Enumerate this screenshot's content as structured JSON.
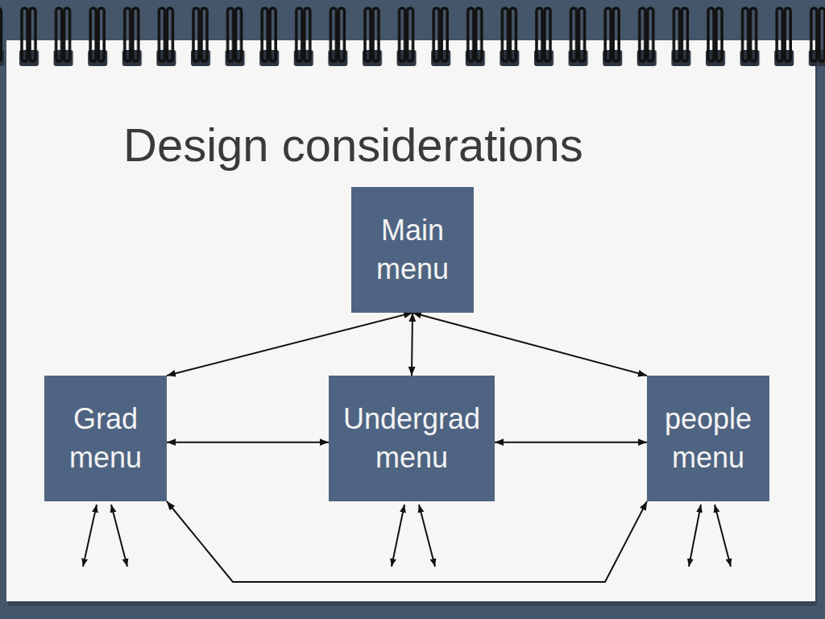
{
  "diagram": {
    "title": "Design considerations",
    "nodes": [
      {
        "text": [
          "Main menu"
        ]
      },
      {
        "text": [
          "Grad menu"
        ]
      },
      {
        "text": [
          "Undergrad menu"
        ]
      },
      {
        "text": [
          "people menu"
        ]
      }
    ],
    "edges": [
      {
        "from": 0,
        "to": 1,
        "arrow": "both"
      },
      {
        "from": 0,
        "to": 2,
        "arrow": "both"
      },
      {
        "from": 0,
        "to": 3,
        "arrow": "both"
      },
      {
        "from": 1,
        "to": 2,
        "arrow": "both"
      },
      {
        "from": 2,
        "to": 3,
        "arrow": "both"
      },
      {
        "from": 1,
        "to": 3,
        "arrow": "both"
      }
    ]
  }
}
